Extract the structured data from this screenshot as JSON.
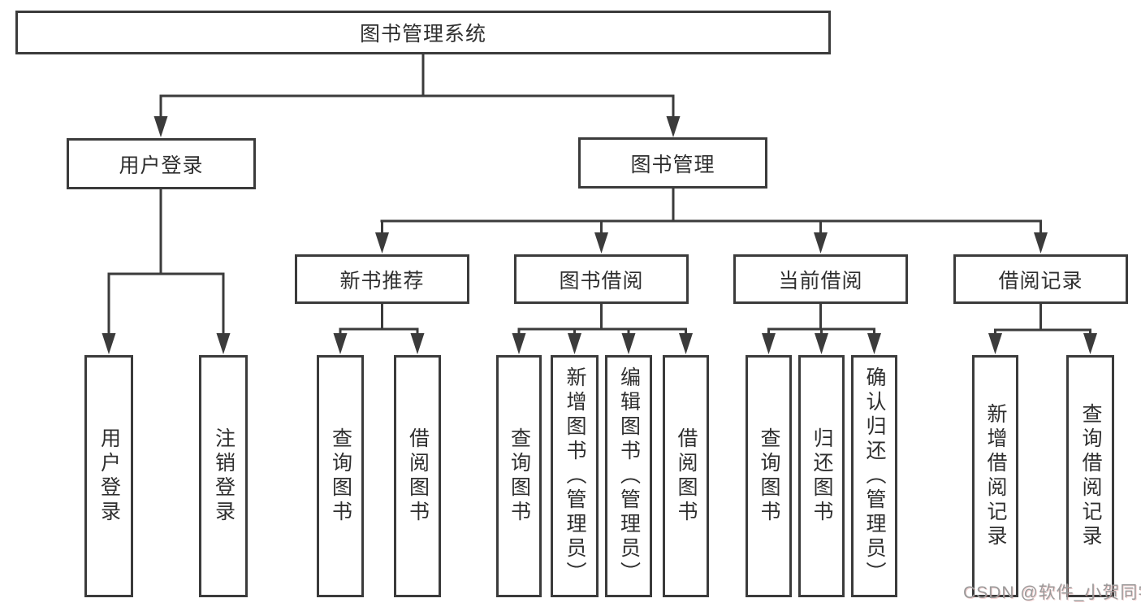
{
  "nodes": {
    "root": "图书管理系统",
    "level2": [
      "用户登录",
      "图书管理"
    ],
    "level3": [
      "新书推荐",
      "图书借阅",
      "当前借阅",
      "借阅记录"
    ],
    "user_login_children": [
      "用户登录",
      "注销登录"
    ],
    "new_book_children": [
      "查询图书",
      "借阅图书"
    ],
    "book_borrow_children": [
      "查询图书",
      "新增图书（管理员）",
      "编辑图书（管理员）",
      "借阅图书"
    ],
    "current_borrow_children": [
      "查询图书",
      "归还图书",
      "确认归还（管理员）"
    ],
    "borrow_record_children": [
      "新增借阅记录",
      "查询借阅记录"
    ]
  },
  "watermark": "CSDN @软件_小贺同学",
  "colors": {
    "line": "#3b3b3b",
    "box_border": "#3b3b3b",
    "text": "#2f2f2f",
    "watermark": "#9a9a9a",
    "background": "#ffffff"
  }
}
